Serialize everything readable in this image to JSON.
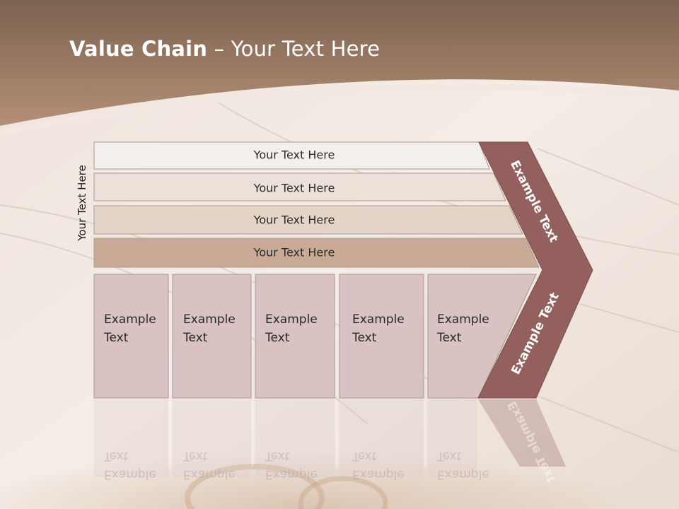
{
  "slide": {
    "title_bold": "Value Chain",
    "title_rest": " – Your Text Here",
    "side_label": "Your Text Here"
  },
  "support_bars": [
    {
      "label": "Your Text Here"
    },
    {
      "label": "Your Text Here"
    },
    {
      "label": "Your Text Here"
    },
    {
      "label": "Your Text Here"
    }
  ],
  "primary_boxes": [
    {
      "line1": "Example",
      "line2": "Text"
    },
    {
      "line1": "Example",
      "line2": "Text"
    },
    {
      "line1": "Example",
      "line2": "Text"
    },
    {
      "line1": "Example",
      "line2": "Text"
    },
    {
      "line1": "Example",
      "line2": "Text"
    }
  ],
  "chevron": {
    "upper_label": "Example Text",
    "lower_label": "Example Text"
  },
  "colors": {
    "header": "#a8866b",
    "bar_1": "#f3efec",
    "bar_2": "#ece1d9",
    "bar_3": "#e4d4c7",
    "bar_4": "#c9aa96",
    "box": "#d8c2c2",
    "chevron": "#93605d"
  }
}
